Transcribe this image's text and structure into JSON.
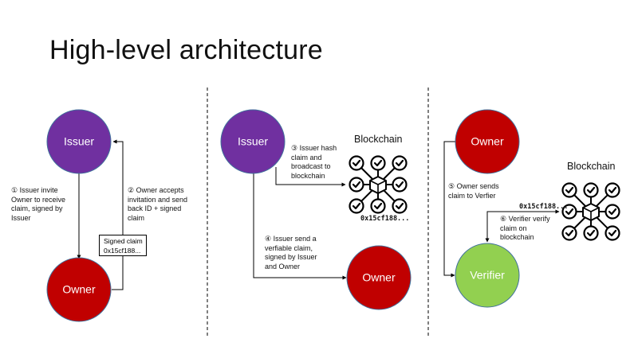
{
  "slide": {
    "title": "High-level architecture"
  },
  "colors": {
    "issuer": "#7030a0",
    "owner": "#c00000",
    "verifier": "#92d050",
    "node_outline": "#41719c",
    "line": "#000000"
  },
  "panel1": {
    "issuer_label": "Issuer",
    "owner_label": "Owner",
    "step1": "① Issuer invite Owner to receive claim, signed by Issuer",
    "step2": "② Owner accepts invitation and send back ID + signed claim",
    "signed_claim_line1": "Signed claim",
    "signed_claim_line2": "0x15cf188..."
  },
  "panel2": {
    "issuer_label": "Issuer",
    "owner_label": "Owner",
    "blockchain_title": "Blockchain",
    "blockchain_hash": "0x15cf188...",
    "step3": "③ Issuer hash claim and broadcast to blockchain",
    "step4": "④ Issuer send a verfiable claim, signed by Issuer and Owner"
  },
  "panel3": {
    "owner_label": "Owner",
    "verifier_label": "Verifier",
    "blockchain_title": "Blockchain",
    "blockchain_hash": "0x15cf188...",
    "step5": "⑤ Owner sends claim to Verfier",
    "step6": "⑥ Verifier verify claim on blockchain"
  }
}
